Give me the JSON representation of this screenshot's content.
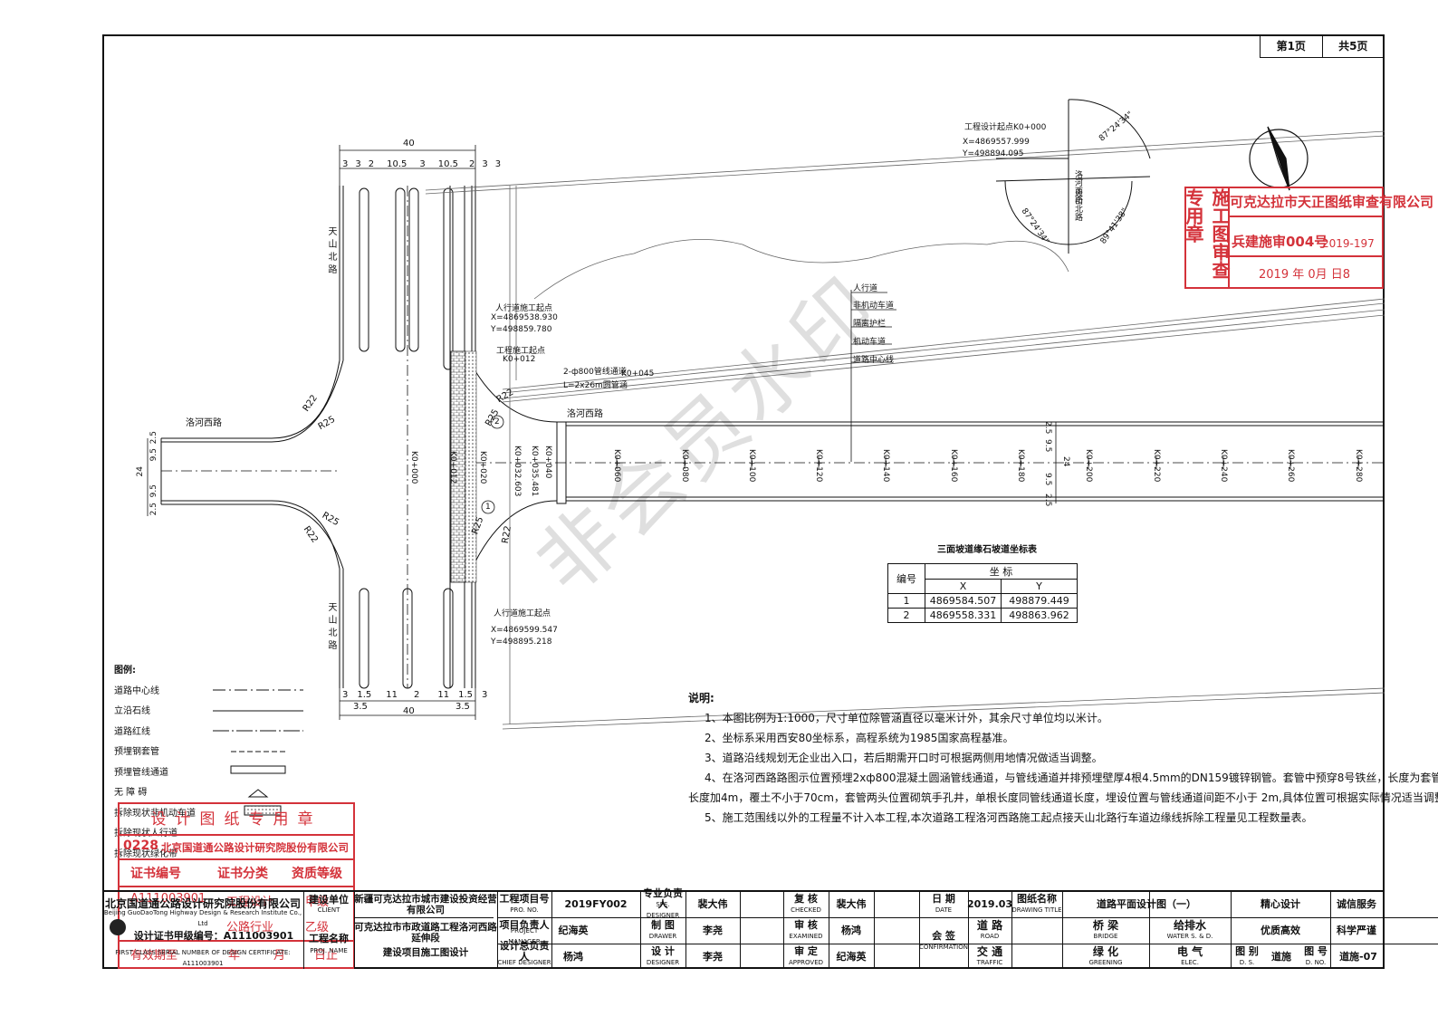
{
  "page": {
    "current": "第1页",
    "total": "共5页"
  },
  "watermark": "非会员水印",
  "top_dims": {
    "total": "40",
    "segments": [
      "3",
      "3",
      "2",
      "10.5",
      "3",
      "10.5",
      "2",
      "3",
      "3"
    ]
  },
  "bottom_dims": {
    "total": "40",
    "segments": [
      "3",
      "1.5",
      "11",
      "2",
      "11",
      "1.5",
      "3"
    ],
    "sub": [
      "3.5",
      "3.5"
    ]
  },
  "roads": {
    "tianshan_north": "天山北路",
    "luohe_west": "洛河西路"
  },
  "radii": [
    "R22",
    "R25",
    "R25",
    "R22",
    "R22",
    "R25",
    "R25",
    "R22"
  ],
  "left_road_dims": [
    "2.5",
    "9.5",
    "24",
    "9.5",
    "2.5"
  ],
  "right_road_dims": [
    "2.5",
    "9.5",
    "24",
    "9.5",
    "2.5"
  ],
  "stations_left": [
    "K0+000",
    "K0+012",
    "K0+020"
  ],
  "stations_right": [
    "K0+032.603",
    "K0+035.481",
    "K0+040",
    "K0+060",
    "K0+080",
    "K0+100",
    "K0+120",
    "K0+140",
    "K0+160",
    "K0+180",
    "K0+200",
    "K0+220",
    "K0+240",
    "K0+260",
    "K0+280"
  ],
  "start_point": {
    "title": "工程设计起点K0+000",
    "x": "X=4869557.999",
    "y": "Y=498894.095"
  },
  "angles": [
    "87°24'34\"",
    "87°24'34\"",
    "89°41'38\""
  ],
  "compass_roads": [
    "洛河西路",
    "天山北路"
  ],
  "callouts": {
    "ped_start_top": {
      "title": "人行道施工起点",
      "x": "X=4869538.930",
      "y": "Y=498859.780"
    },
    "eng_start": {
      "title": "工程施工起点",
      "k": "K0+012"
    },
    "pipe": {
      "line1": "2-ф800管线通道",
      "line2": "L=2x26m圆管涵",
      "k": "K0+045"
    },
    "ped_start_bottom": {
      "title": "人行道施工起点",
      "x": "X=4869599.547",
      "y": "Y=498895.218"
    },
    "circle_labels": [
      "2",
      "1"
    ],
    "road_luohe": "洛河西路"
  },
  "section_labels": [
    "人行道",
    "非机动车道",
    "隔离护栏",
    "机动车道",
    "道路中心线"
  ],
  "coord_table": {
    "title": "三面坡道缘石坡道坐标表",
    "h_no": "编号",
    "h_coord": "坐  标",
    "h_x": "X",
    "h_y": "Y",
    "rows": [
      {
        "no": "1",
        "x": "4869584.507",
        "y": "498879.449"
      },
      {
        "no": "2",
        "x": "4869558.331",
        "y": "498863.962"
      }
    ]
  },
  "legend": {
    "title": "图例:",
    "items": [
      "道路中心线",
      "立沿石线",
      "道路红线",
      "预埋钢套管",
      "预埋管线通道",
      "无 障 碍",
      "拆除现状非机动车道",
      "拆除现状人行道",
      "拆除现状绿化带"
    ]
  },
  "notes": {
    "title": "说明:",
    "lines": [
      "1、本图比例为1:1000，尺寸单位除管涵直径以毫米计外，其余尺寸单位均以米计。",
      "2、坐标系采用西安80坐标系，高程系统为1985国家高程基准。",
      "3、道路沿线规划无企业出入口，若后期需开口时可根据两侧用地情况做适当调整。",
      "4、在洛河西路路图示位置预埋2xф800混凝土圆涵管线通道，与管线通道并排预埋壁厚4根4.5mm的DN159镀锌钢管。套管中预穿8号铁丝，长度为套管",
      "长度加4m，覆土不小于70cm，套管两头位置砌筑手孔井，单根长度同管线通道长度，埋设位置与管线通道间距不小于 2m,具体位置可根据实际情况适当调整。",
      "5、施工范围线以外的工程量不计入本工程,本次道路工程洛河西路施工起点接天山北路行车道边缘线拆除工程量见工程数量表。"
    ]
  },
  "stamp_review": {
    "vertical": "施工图审查专用章",
    "company": "可克达拉市天正图纸审查有限公司",
    "no": "兵建施审004号",
    "num": "2019-197",
    "date": "2019 年  0月  日8"
  },
  "stamp_design": {
    "title": "设计图纸专用章",
    "code": "0228",
    "company": "北京国道通公路设计研究院股份有限公司",
    "h1": "证书编号",
    "h2": "证书分类",
    "h3": "资质等级",
    "v1": "A111003901",
    "v2": "工程设计",
    "v3": "甲级",
    "v4": "公路行业",
    "v5": "乙级",
    "v6": "有效期至",
    "v7": "年",
    "v8": "月",
    "v9": "日止"
  },
  "title_block": {
    "company": "北京国道通公路设计研究院股份有限公司",
    "company_en": "Beijing GuoDaoTong Highway Design & Research Institute Co., Ltd",
    "cert": "设计证书甲级编号：A111003901",
    "cert_en": "FIRST CLASS SERIAL NUMBER OF DESIGN CERTIFICATE: A111003901",
    "client_label": "建设单位",
    "client_en": "CLIENT",
    "client": "新疆可克达拉市城市建设投资经营有限公司",
    "proj_label": "工程名称",
    "proj_en": "PROJ. NAME",
    "project": "可克达拉市市政道路工程洛河西路延伸段",
    "project2": "建设项目施工图设计",
    "projno_label": "工程项目号",
    "projno_en": "PRO. NO.",
    "projno": "2019FY002",
    "pm_label": "项目负责人",
    "pm_en": "PROJECT MANAGER",
    "pm": "纪海英",
    "chief_label": "设计总负责人",
    "chief_en": "CHIEF DESIGNER",
    "chief": "杨鸿",
    "spec_label": "专业负责人",
    "spec_en": "SPE. DESIGNER",
    "spec": "裴大伟",
    "draw_label": "制  图",
    "draw_en": "DRAWER",
    "draw": "李尧",
    "design_label": "设  计",
    "design_en": "DESIGNER",
    "design": "李尧",
    "check_label": "复  核",
    "check_en": "CHECKED",
    "check": "裴大伟",
    "exam_label": "审  核",
    "exam_en": "EXAMINED",
    "exam": "杨鸿",
    "appr_label": "审  定",
    "appr_en": "APPROVED",
    "appr": "纪海英",
    "date_label": "日  期",
    "date_en": "DATE",
    "date": "2019.03",
    "confirm_label": "会  签",
    "confirm_en": "CONFIRMATION",
    "road_label": "道  路",
    "road_en": "ROAD",
    "traffic_label": "交  通",
    "traffic_en": "TRAFFIC",
    "dtitle_label": "图纸名称",
    "dtitle_en": "DRAWING TITLE",
    "dtitle": "道路平面设计图（一）",
    "bridge_label": "桥  梁",
    "bridge_en": "BRIDGE",
    "water_label": "给排水",
    "water_en": "WATER S. & D.",
    "green_label": "绿  化",
    "green_en": "GREENING",
    "elec_label": "电  气",
    "elec_en": "ELEC.",
    "slogan1": "精心设计",
    "slogan2": "诚信服务",
    "slogan3": "优质高效",
    "slogan4": "科学严谨",
    "cat_label": "图  别",
    "cat_en": "D. S.",
    "cat": "道施",
    "no_label": "图  号",
    "no_en": "D. NO.",
    "no": "道施-07"
  }
}
